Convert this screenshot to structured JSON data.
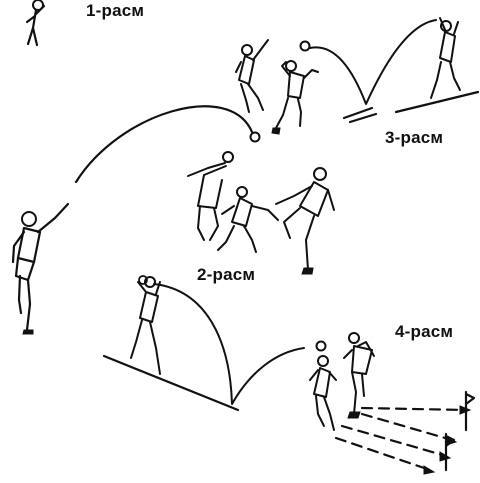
{
  "captions": {
    "figure_1": "1-расм",
    "figure_2": "2-расм",
    "figure_3": "3-расм",
    "figure_4": "4-расм"
  },
  "colors": {
    "ink": "#111111",
    "paper": "#ffffff"
  }
}
